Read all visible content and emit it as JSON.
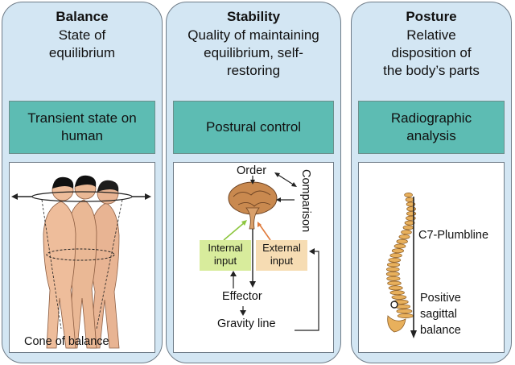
{
  "panels": [
    {
      "title": "Balance",
      "subtitle_lines": [
        "State of",
        "equilibrium"
      ],
      "box_lines": [
        "Transient state on",
        "human"
      ],
      "caption": "Cone of balance"
    },
    {
      "title": "Stability",
      "subtitle_lines": [
        "Quality of maintaining",
        "equilibrium, self-",
        "restoring"
      ],
      "box_lines": [
        "Postural control"
      ],
      "diagram": {
        "order": "Order",
        "comparison": "Comparison",
        "internal_lines": [
          "Internal",
          "input"
        ],
        "external_lines": [
          "External",
          "input"
        ],
        "effector": "Effector",
        "gravity": "Gravity line"
      }
    },
    {
      "title": "Posture",
      "subtitle_lines": [
        "Relative",
        "disposition of",
        "the body’s parts"
      ],
      "box_lines": [
        "Radiographic",
        "analysis"
      ],
      "plumbline": "C7-Plumbline",
      "balance_lines": [
        "Positive",
        "sagittal",
        "balance"
      ]
    }
  ],
  "colors": {
    "panel_bg": "#d3e6f3",
    "teal": "#5dbcb3",
    "internal": "#d8ec9c",
    "external": "#f6dcb3"
  }
}
